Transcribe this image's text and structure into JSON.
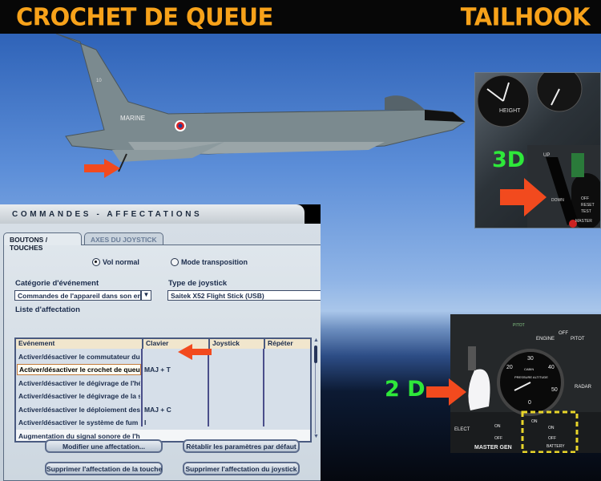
{
  "header": {
    "title_left": "CROCHET DE QUEUE",
    "title_right": "TAILHOOK"
  },
  "jet": {
    "marking": "MARINE",
    "tail_code": "10"
  },
  "insets": {
    "view_3d": {
      "label": "3D",
      "panel_text": [
        "UP",
        "DOWN",
        "HEIGHT",
        "OFF",
        "RESET",
        "TEST",
        "MASTER"
      ]
    },
    "view_2d": {
      "label": "2 D",
      "panel_text": [
        "ENGINE",
        "OFF",
        "PITOT",
        "CABIN",
        "PRESSURE ALTITUDE",
        "RADAR",
        "ELECT",
        "ON",
        "OFF",
        "MASTER GEN",
        "ON",
        "ON",
        "OFF",
        "BATTERY",
        "PITOT"
      ],
      "gauge_ticks": [
        "20",
        "30",
        "40",
        "50",
        "0"
      ]
    }
  },
  "dialog": {
    "title": "COMMANDES - AFFECTATIONS",
    "tabs": [
      {
        "label": "BOUTONS / TOUCHES",
        "active": true
      },
      {
        "label": "AXES DU JOYSTICK",
        "active": false
      }
    ],
    "radios": [
      {
        "label": "Vol normal",
        "checked": true
      },
      {
        "label": "Mode transposition",
        "checked": false
      }
    ],
    "category_label": "Catégorie d'événement",
    "category_value": "Commandes de l'appareil dans son ens",
    "joystick_label": "Type de joystick",
    "joystick_value": "Saitek X52 Flight Stick (USB)",
    "list_label": "Liste d'affectation",
    "columns": [
      "Evénement",
      "Clavier",
      "Joystick",
      "Répéter"
    ],
    "rows": [
      {
        "event": "Activer/désactiver le commutateur du",
        "key": ""
      },
      {
        "event": "Activer/désactiver le crochet de queue",
        "key": "MAJ + T"
      },
      {
        "event": "Activer/désactiver le dégivrage de l'hélice",
        "key": ""
      },
      {
        "event": "Activer/désactiver le dégivrage de la s",
        "key": ""
      },
      {
        "event": "Activer/désactiver le déploiement des",
        "key": "MAJ + C"
      },
      {
        "event": "Activer/désactiver le système de fum",
        "key": "I"
      },
      {
        "event": "Augmentation du signal sonore de l'h",
        "key": ""
      }
    ],
    "selected_row": 1,
    "buttons": [
      "Modifier une affectation...",
      "Rétablir les paramètres par défaut",
      "Supprimer l'affectation de la touche",
      "Supprimer l'affectation du joystick"
    ]
  },
  "colors": {
    "title": "#f7a21a",
    "arrow": "#f24a1e",
    "label_3d2d": "#2ee83a"
  }
}
